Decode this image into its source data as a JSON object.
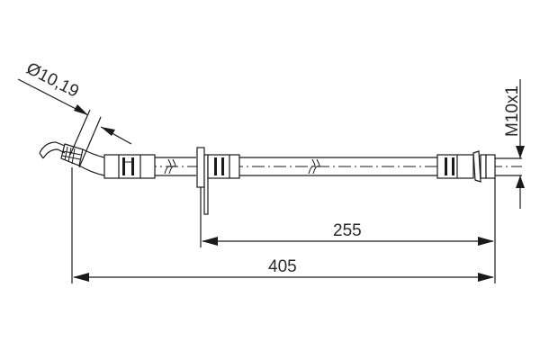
{
  "drawing": {
    "subject": "brake hose",
    "dimensions": {
      "total_length": "405",
      "partial_length": "255",
      "diameter": "Ø10,19",
      "thread": "M10x1"
    },
    "colors": {
      "line": "#1a1a1a",
      "background": "#ffffff"
    }
  }
}
